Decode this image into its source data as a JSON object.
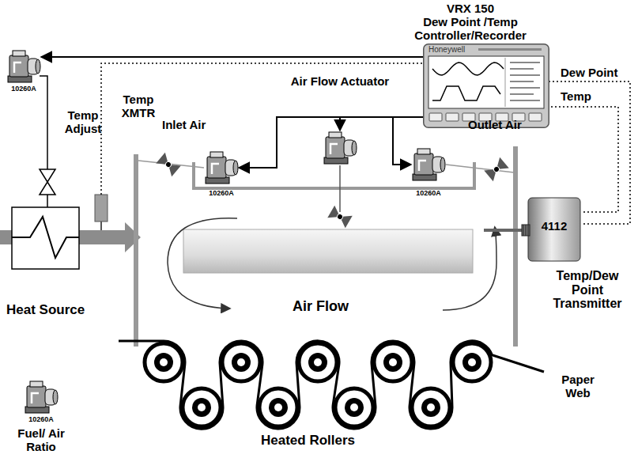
{
  "diagram": {
    "nodes": [
      {
        "text": [
          "10260A"
        ]
      },
      {
        "text": [
          "VRX 150",
          "Dew Point /Temp Controller/Recorder",
          "Honeywell"
        ]
      },
      {
        "text": [
          "Air Flow Actuator"
        ]
      },
      {
        "text": [
          "10260A"
        ]
      },
      {
        "text": [
          "10260A"
        ]
      },
      {
        "text": [
          "4112",
          "Temp/Dew Point Transmitter"
        ]
      },
      {
        "text": [
          "10260A",
          "Fuel/ Air Ratio"
        ]
      }
    ],
    "edges": [
      {
        "from": 1,
        "to": 0,
        "arrow": "to"
      },
      {
        "from": 1,
        "to": 3,
        "arrow": "to"
      },
      {
        "from": 1,
        "to": 2,
        "arrow": "to"
      },
      {
        "from": 1,
        "to": 4,
        "arrow": "to"
      },
      {
        "from": 5,
        "to": 1,
        "arrow": "none",
        "label": "Dew Point"
      },
      {
        "from": 5,
        "to": 1,
        "arrow": "none",
        "label": "Temp"
      }
    ],
    "labels": [
      "Temp Adjust",
      "Temp XMTR",
      "Inlet Air",
      "Outlet Air",
      "Heat Source",
      "Air Flow",
      "Paper Web",
      "Heated Rollers"
    ]
  }
}
